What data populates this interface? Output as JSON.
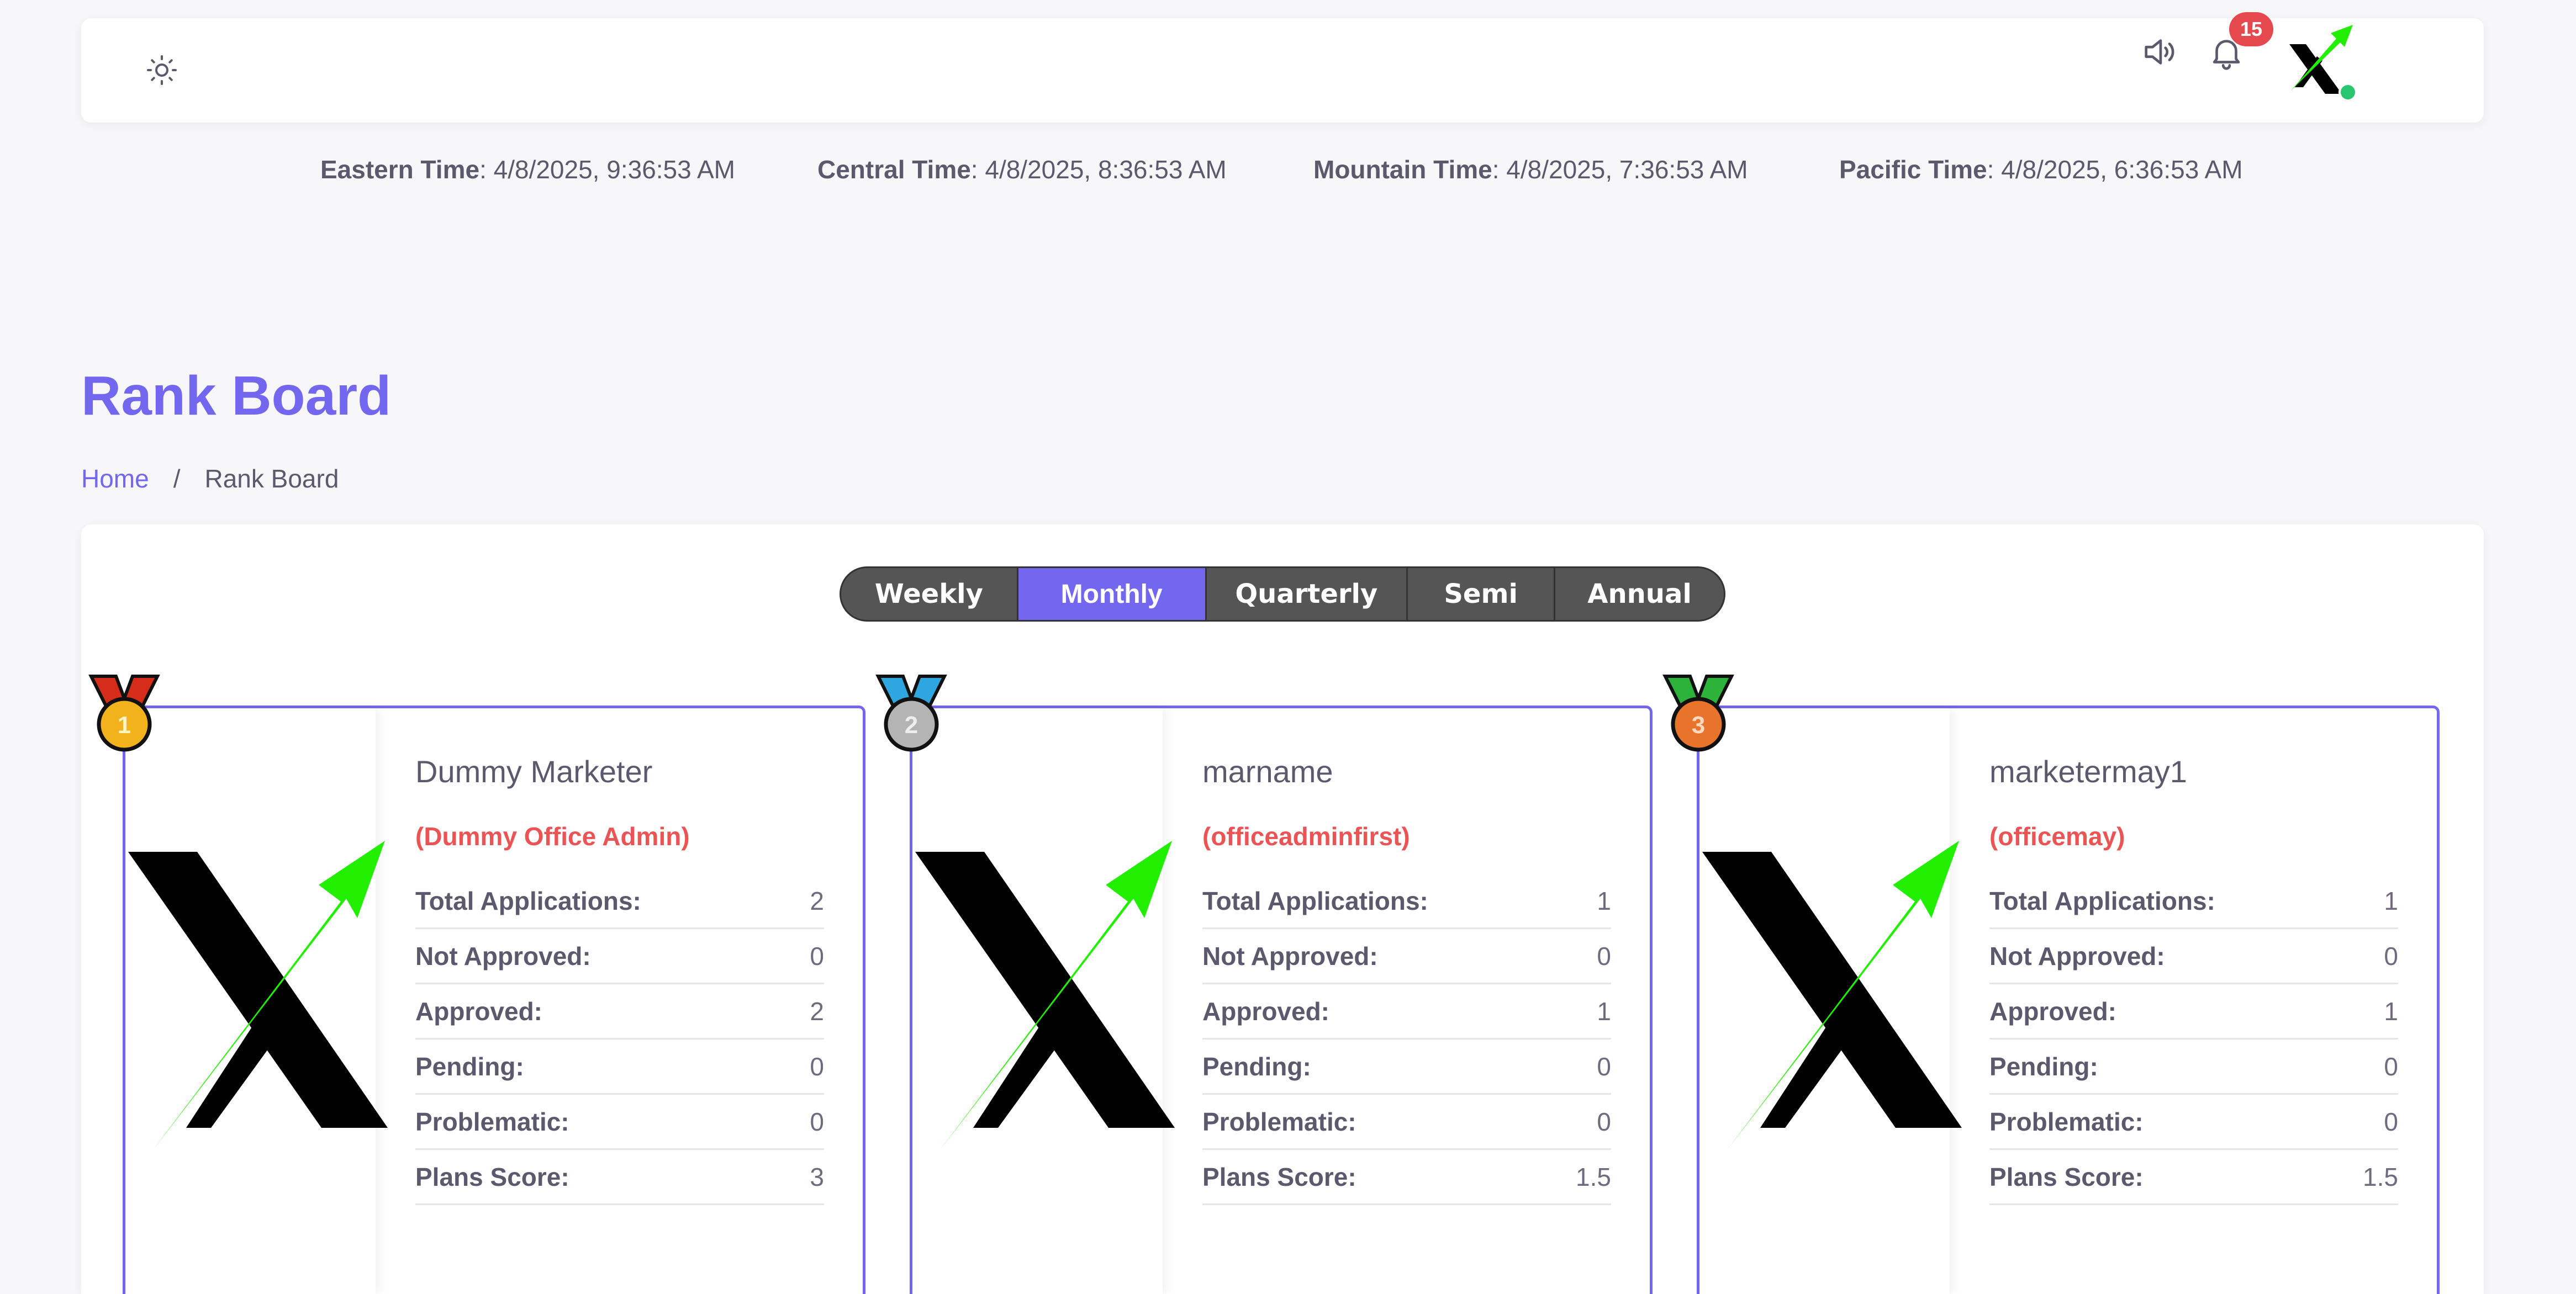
{
  "header": {
    "notification_count": "15"
  },
  "clocks": [
    {
      "label": "Eastern Time",
      "value": ": 4/8/2025, 9:36:53 AM"
    },
    {
      "label": "Central Time",
      "value": ": 4/8/2025, 8:36:53 AM"
    },
    {
      "label": "Mountain Time",
      "value": ": 4/8/2025, 7:36:53 AM"
    },
    {
      "label": "Pacific Time",
      "value": ": 4/8/2025, 6:36:53 AM"
    }
  ],
  "page": {
    "title": "Rank Board",
    "breadcrumb": {
      "home": "Home",
      "separator": "/",
      "current": "Rank Board"
    }
  },
  "tabs": [
    {
      "label": "Weekly",
      "active": false
    },
    {
      "label": "Monthly",
      "active": true
    },
    {
      "label": "Quarterly",
      "active": false
    },
    {
      "label": "Semi",
      "active": false
    },
    {
      "label": "Annual",
      "active": false
    }
  ],
  "cards": [
    {
      "rank": "1",
      "name": "Dummy Marketer",
      "office": "(Dummy Office Admin)",
      "stats": [
        {
          "label": "Total Applications:",
          "value": "2"
        },
        {
          "label": "Not Approved:",
          "value": "0"
        },
        {
          "label": "Approved:",
          "value": "2"
        },
        {
          "label": "Pending:",
          "value": "0"
        },
        {
          "label": "Problematic:",
          "value": "0"
        },
        {
          "label": "Plans Score:",
          "value": "3"
        }
      ],
      "medal_color": "#f2b21b",
      "ribbon_color": "#d62c1a"
    },
    {
      "rank": "2",
      "name": "marname",
      "office": "(officeadminfirst)",
      "stats": [
        {
          "label": "Total Applications:",
          "value": "1"
        },
        {
          "label": "Not Approved:",
          "value": "0"
        },
        {
          "label": "Approved:",
          "value": "1"
        },
        {
          "label": "Pending:",
          "value": "0"
        },
        {
          "label": "Problematic:",
          "value": "0"
        },
        {
          "label": "Plans Score:",
          "value": "1.5"
        }
      ],
      "medal_color": "#b4b4b4",
      "ribbon_color": "#2ea7e0"
    },
    {
      "rank": "3",
      "name": "marketermay1",
      "office": "(officemay)",
      "stats": [
        {
          "label": "Total Applications:",
          "value": "1"
        },
        {
          "label": "Not Approved:",
          "value": "0"
        },
        {
          "label": "Approved:",
          "value": "1"
        },
        {
          "label": "Pending:",
          "value": "0"
        },
        {
          "label": "Problematic:",
          "value": "0"
        },
        {
          "label": "Plans Score:",
          "value": "1.5"
        }
      ],
      "medal_color": "#e8742c",
      "ribbon_color": "#2db23a"
    }
  ],
  "colors": {
    "accent": "#7367f0",
    "office_red": "#ea5455",
    "logo_green": "#22ee00"
  }
}
